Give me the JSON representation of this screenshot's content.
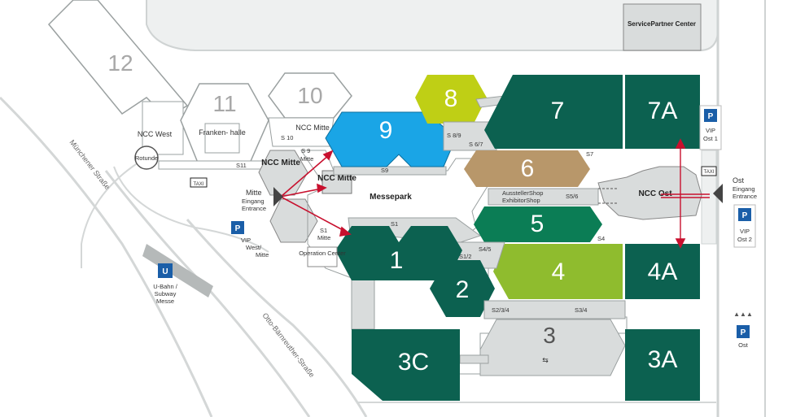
{
  "colors": {
    "dark_green": "#0c6150",
    "mid_green": "#0b7d55",
    "light_green": "#8fbc2e",
    "lime": "#bfcf15",
    "blue": "#1aa5e6",
    "brown": "#b8976a",
    "gray": "#d9dcdc",
    "outline": "#9aa0a0",
    "parking": "#1a5ea8",
    "ubahn": "#1a5ea8",
    "arrow": "#c8102e"
  },
  "halls": {
    "h12": "12",
    "h11": "11",
    "h10": "10",
    "h9": "9",
    "h8": "8",
    "h7": "7",
    "h7a": "7A",
    "h6": "6",
    "h5": "5",
    "h4": "4",
    "h4a": "4A",
    "h1": "1",
    "h2": "2",
    "h3": "3",
    "h3a": "3A",
    "h3c": "3C"
  },
  "labels": {
    "service_partner": "ServicePartner Center",
    "frankenhalle": "Franken- halle",
    "ncc_west": "NCC West",
    "ncc_mitte_top": "NCC Mitte",
    "ncc_mitte_left": "NCC Mitte",
    "ncc_mitte_inner": "NCC Mitte",
    "ncc_ost": "NCC Ost",
    "rotunde": "Rotunde",
    "messepark": "Messepark",
    "operation_center": "Operation Center",
    "aussteller_shop": "AusstellerShop",
    "exhibitor_shop": "ExhibitorShop",
    "taxi": "TAXI",
    "mitte_eingang": "Mitte",
    "mitte_eingang_de": "Eingang",
    "mitte_eingang_en": "Entrance",
    "ost_eingang": "Ost",
    "ost_eingang_de": "Eingang",
    "ost_eingang_en": "Entrance",
    "vip_west": "VIP",
    "vip_west_sub": "West/",
    "vip_west_sub2": "Mitte",
    "vip_ost1": "VIP",
    "vip_ost1_sub": "Ost 1",
    "vip_ost2": "VIP",
    "vip_ost2_sub": "Ost 2",
    "ost_parking": "Ost",
    "ubahn": "U-Bahn /",
    "ubahn_2": "Subway",
    "ubahn_3": "Messe",
    "street_muenchener": "Münchener Straße",
    "street_otto": "Otto-Bärnreuther-Straße",
    "p_symbol": "P",
    "u_symbol": "U"
  },
  "connectors": {
    "s1": "S1",
    "s1_mitte": "S1",
    "s1_mitte_2": "Mitte",
    "s12": "S1/2",
    "s2_3_4": "S2/3/4",
    "s3_4": "S3/4",
    "s4": "S4",
    "s4_5": "S4/5",
    "s5_6": "S5/6",
    "s6_7": "S 6/7",
    "s7": "S7",
    "s8_9": "S 8/9",
    "s9": "S9",
    "s9_mitte": "S 9",
    "s9_mitte_2": "Mitte",
    "s10": "S 10",
    "s11": "S11",
    "swap": "⇆"
  }
}
